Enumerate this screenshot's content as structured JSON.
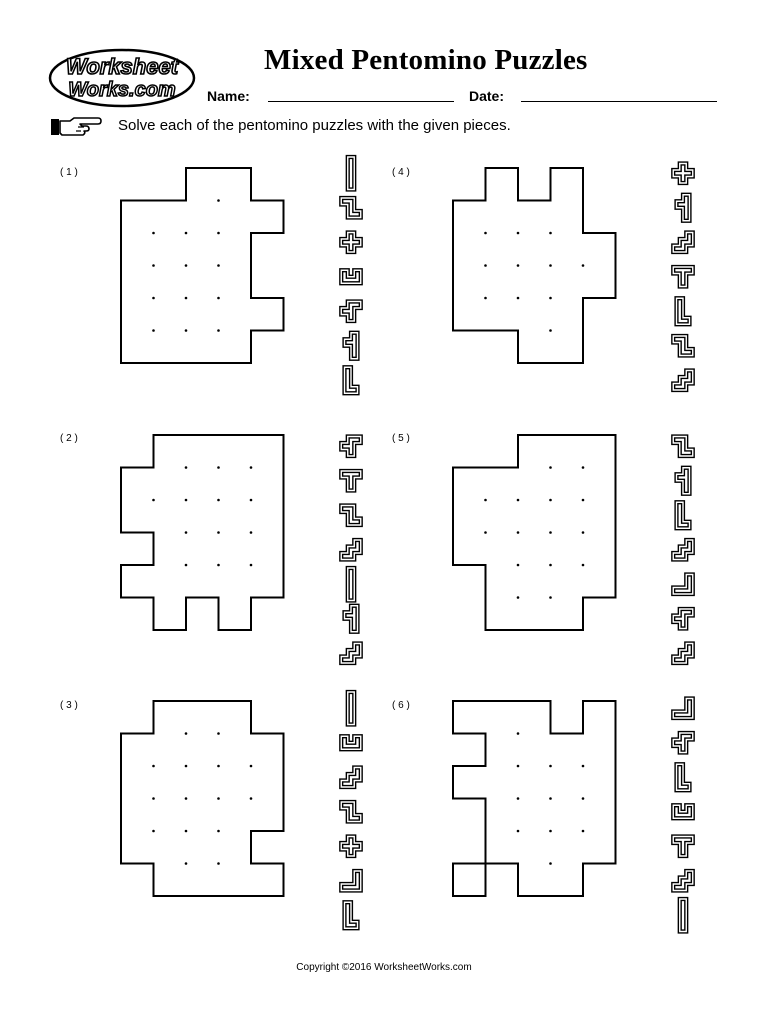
{
  "header": {
    "logo_line1": "Worksheet",
    "logo_line2": "Works.com",
    "title": "Mixed Pentomino Puzzles",
    "name_label": "Name:",
    "date_label": "Date:",
    "instructions": "Solve each of the pentomino puzzles with the given pieces."
  },
  "puzzles": [
    {
      "label": "( 1 )",
      "board": [
        "..XX.",
        "XXXXX",
        "XXXX.",
        "XXXX.",
        "XXXXX",
        "XXXX."
      ],
      "pieces": [
        "I",
        "Q",
        "X",
        "U",
        "F",
        "Y",
        "L"
      ]
    },
    {
      "label": "( 2 )",
      "board": [
        ".XXXX",
        "XXXXX",
        "XXXXX",
        ".XXXX",
        "XXXXX",
        ".X.X."
      ],
      "pieces": [
        "F",
        "T",
        "Q",
        "N",
        "I",
        "Y",
        "W"
      ]
    },
    {
      "label": "( 3 )",
      "board": [
        ".XXX.",
        "XXXXX",
        "XXXXX",
        "XXXXX",
        "XXXX.",
        ".XXXX"
      ],
      "pieces": [
        "I",
        "U",
        "W",
        "Q",
        "X",
        "J",
        "L"
      ]
    },
    {
      "label": "( 4 )",
      "board": [
        ".X.X.",
        "XXXX.",
        "XXXXX",
        "XXXXX",
        "XXXX.",
        "..XX."
      ],
      "pieces": [
        "X",
        "Y",
        "W",
        "T",
        "L",
        "Q",
        "N"
      ]
    },
    {
      "label": "( 5 )",
      "board": [
        "..XXX",
        "XXXXX",
        "XXXXX",
        "XXXXX",
        ".XXXX",
        ".XXX."
      ],
      "pieces": [
        "Q",
        "Y",
        "L",
        "N",
        "J",
        "F",
        "W"
      ]
    },
    {
      "label": "( 6 )",
      "board": [
        "XXX.X",
        ".XXXX",
        "XXXXX",
        ".XXXX",
        ".XXXX",
        "X.XX."
      ],
      "pieces": [
        "J",
        "F",
        "L",
        "U",
        "T",
        "W",
        "I"
      ]
    }
  ],
  "footer": {
    "copyright": "Copyright ©2016 WorksheetWorks.com"
  }
}
